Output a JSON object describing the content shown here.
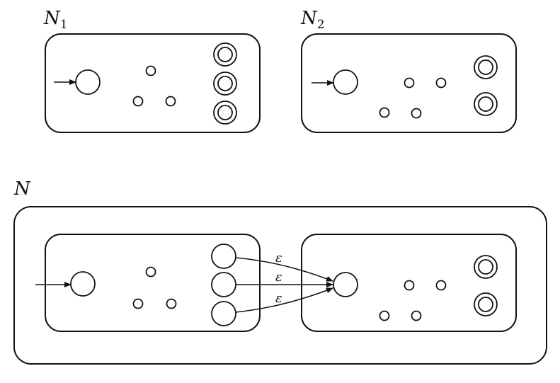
{
  "labels": {
    "n1_main": "N",
    "n1_sub": "1",
    "n2_main": "N",
    "n2_sub": "2",
    "n_main": "N"
  },
  "transitions": {
    "eps1": "ε",
    "eps2": "ε",
    "eps3": "ε"
  }
}
